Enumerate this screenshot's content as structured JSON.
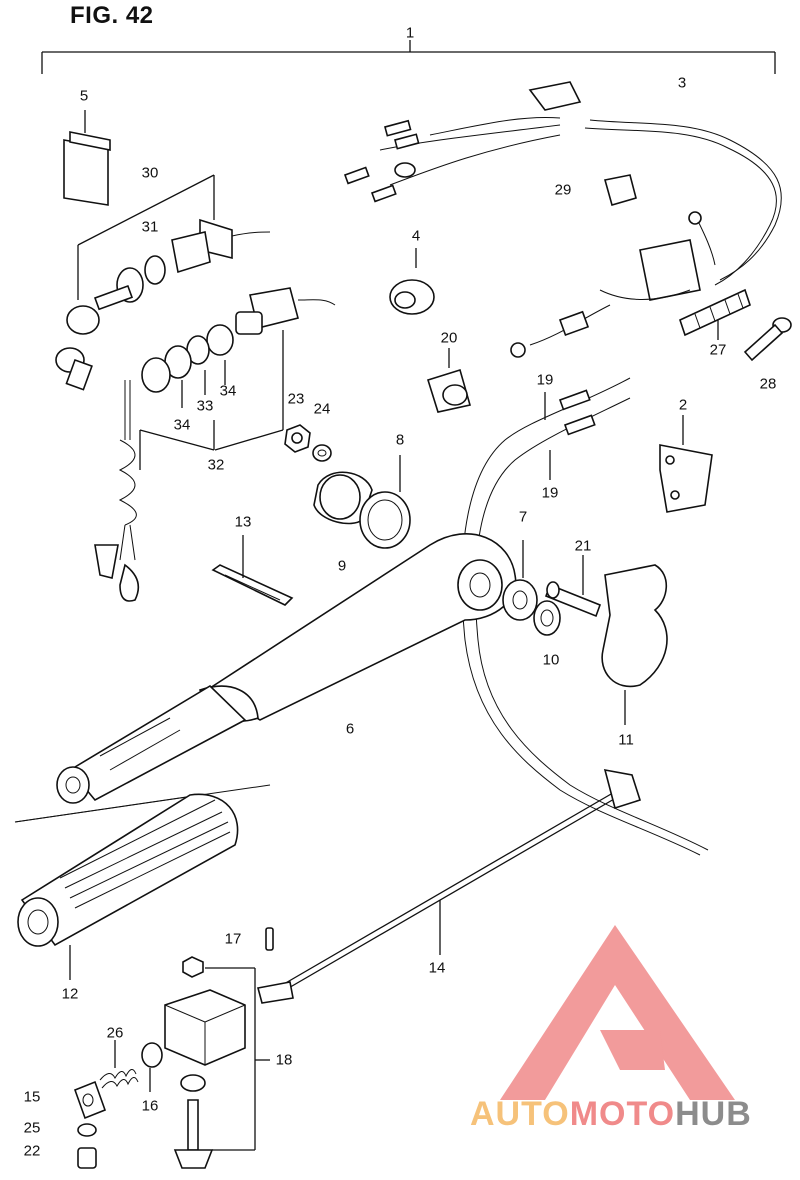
{
  "figure": {
    "title": "FIG. 42"
  },
  "parts": {
    "p1": "1",
    "p2": "2",
    "p3": "3",
    "p4": "4",
    "p5": "5",
    "p6": "6",
    "p7": "7",
    "p8": "8",
    "p9": "9",
    "p10": "10",
    "p11": "11",
    "p12": "12",
    "p13": "13",
    "p14": "14",
    "p15": "15",
    "p16": "16",
    "p17": "17",
    "p18": "18",
    "p19a": "19",
    "p19b": "19",
    "p20": "20",
    "p21": "21",
    "p22": "22",
    "p23": "23",
    "p24": "24",
    "p25": "25",
    "p26": "26",
    "p27": "27",
    "p28": "28",
    "p29": "29",
    "p30": "30",
    "p31": "31",
    "p32": "32",
    "p33": "33",
    "p34a": "34",
    "p34b": "34"
  },
  "watermark": {
    "part1": "AUTO",
    "part2": "MOTO",
    "part3": "HUB"
  },
  "colors": {
    "ink": "#111111",
    "logo_red": "#f08a8a",
    "logo_yellow": "#f6c27a",
    "logo_gray": "#8c8c8c"
  }
}
